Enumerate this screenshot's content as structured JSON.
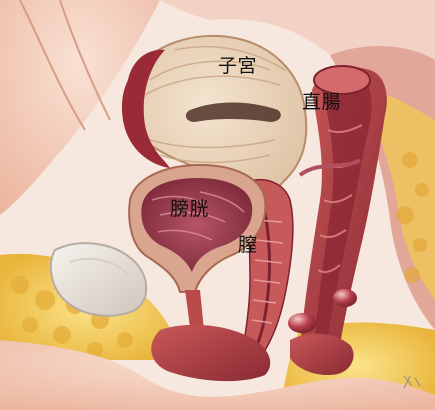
{
  "labels": {
    "uterus": "子宮",
    "rectum": "直腸",
    "bladder": "膀胱",
    "vagina": "膣"
  },
  "colors": {
    "skin": "#f3c9b4",
    "muscle": "#b84a4a",
    "dark_muscle": "#7e2230",
    "uterus_body": "#ecd6bf",
    "fat": "#f1c64a",
    "label_text": "#111111"
  }
}
